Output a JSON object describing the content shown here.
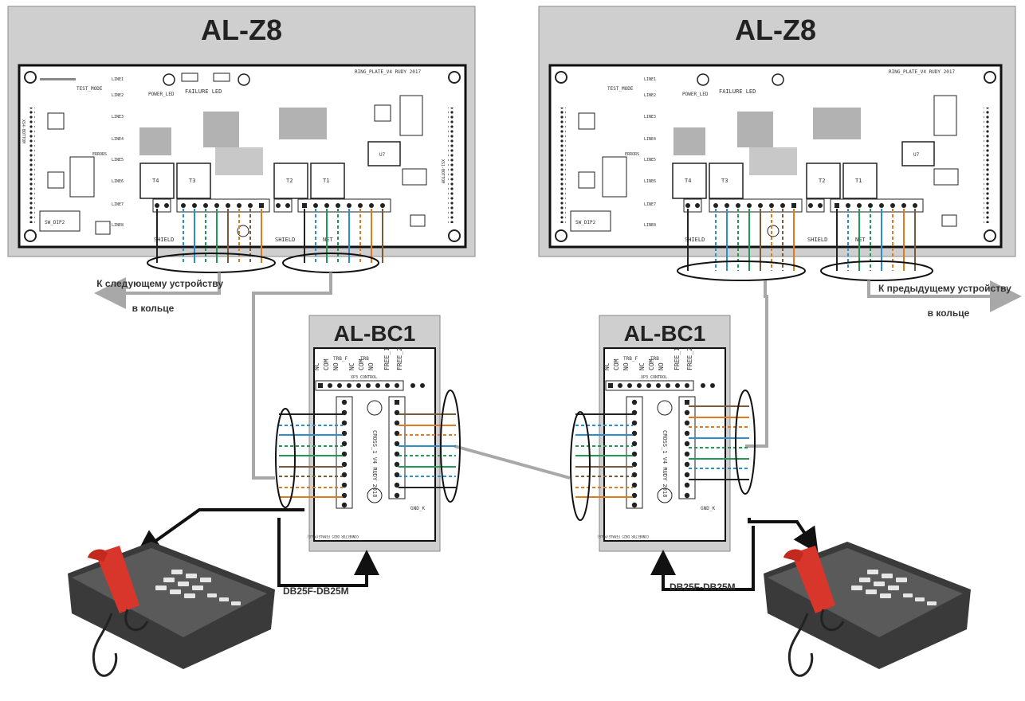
{
  "units": {
    "az8_left": {
      "title": "AL-Z8"
    },
    "az8_right": {
      "title": "AL-Z8"
    },
    "abc1_left": {
      "title": "AL-BC1"
    },
    "abc1_right": {
      "title": "AL-BC1"
    }
  },
  "pcb": {
    "plate_label": "RING_PLATE_V4 RUDY 2017",
    "test_mode": "TEST_MODE",
    "power_led": "POWER_LED",
    "failure_led": "FAILURE LED",
    "shield": "SHIELD",
    "net": "NET",
    "xs1_bottom": "XS1-BOTTOM",
    "xs4_bottom": "XS4-BOTTOM",
    "sw_dip2": "SW_DIP2",
    "errors": "ERRORS",
    "lines": [
      "LINE1",
      "LINE2",
      "LINE3",
      "LINE4",
      "LINE5",
      "LINE6",
      "LINE7",
      "LINE8"
    ],
    "transformers": [
      "T4",
      "T3",
      "T2",
      "T1"
    ]
  },
  "bc1": {
    "relay_labels": [
      "NC",
      "COM",
      "NO",
      "NC",
      "COM",
      "NO",
      "FREE_1",
      "FREE_2"
    ],
    "relay_heads": [
      "TRB_F",
      "TRB"
    ],
    "control": "XP3 CONTROL",
    "board_text": "CROSS_1 V4 RUDY 2018",
    "gnd_k": "GND_K",
    "connector": "CONNECTOR DB25 FEMALE(MALE)"
  },
  "labels": {
    "next_device_line1": "К следующему устройству",
    "next_device_line2": "в кольце",
    "prev_device_line1": "К предыдущему устройству",
    "prev_device_line2": "в кольце",
    "cable_left": "DB25F-DB25M",
    "cable_right": "DB25F-DB25M"
  },
  "colors": {
    "enclosure": "#cfcfcf",
    "pcb": "#ffffff",
    "wire_blue": "#2a8fd0",
    "wire_green": "#1f9a55",
    "wire_orange": "#e07a1e",
    "wire_brown": "#7a5a3a",
    "wire_black": "#222222",
    "cable_gray": "#a8a8a8",
    "phone_body": "#3a3a3a",
    "handset": "#d8362a"
  }
}
